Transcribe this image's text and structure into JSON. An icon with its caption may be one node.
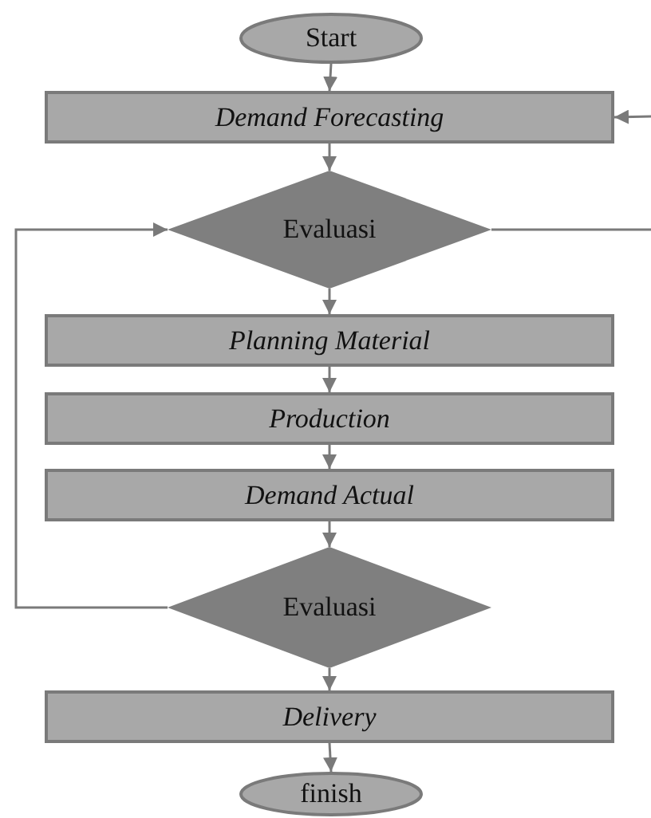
{
  "diagram": {
    "nodes": [
      {
        "text": [
          "Start"
        ]
      },
      {
        "text": [
          "Demand Forecasting"
        ]
      },
      {
        "text": [
          "Evaluasi"
        ]
      },
      {
        "text": [
          "Planning Material"
        ]
      },
      {
        "text": [
          "Production"
        ]
      },
      {
        "text": [
          "Demand Actual"
        ]
      },
      {
        "text": [
          "Evaluasi"
        ]
      },
      {
        "text": [
          "Delivery"
        ]
      },
      {
        "text": [
          "finish"
        ]
      }
    ],
    "edges": [
      {
        "from": 0,
        "to": 1,
        "arrow": "to"
      },
      {
        "from": 1,
        "to": 2,
        "arrow": "to"
      },
      {
        "from": 2,
        "to": 3,
        "arrow": "to"
      },
      {
        "from": 3,
        "to": 4,
        "arrow": "to"
      },
      {
        "from": 4,
        "to": 5,
        "arrow": "to"
      },
      {
        "from": 5,
        "to": 6,
        "arrow": "to"
      },
      {
        "from": 6,
        "to": 7,
        "arrow": "to"
      },
      {
        "from": 7,
        "to": 8,
        "arrow": "to"
      },
      {
        "from": 6,
        "to": 2,
        "arrow": "to"
      },
      {
        "from": 2,
        "to": null,
        "arrow": "none"
      },
      {
        "from": null,
        "to": 1,
        "arrow": "to"
      }
    ]
  }
}
